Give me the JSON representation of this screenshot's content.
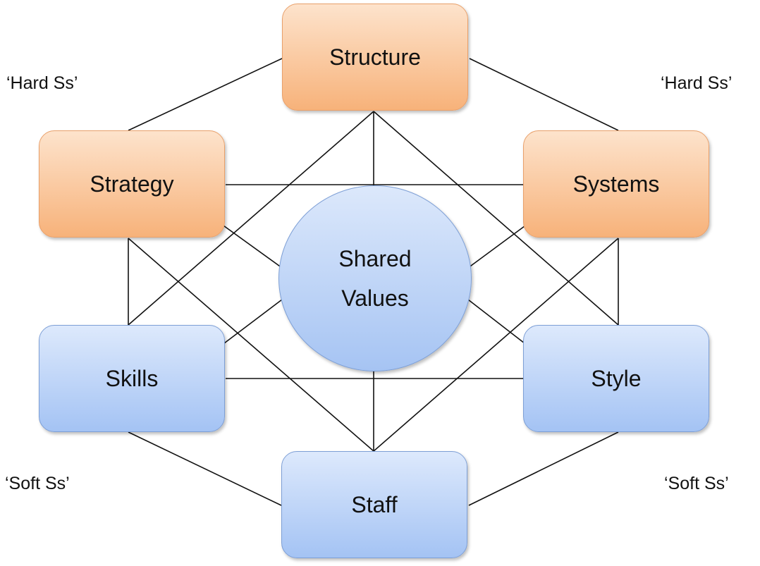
{
  "nodes": {
    "structure": "Structure",
    "strategy": "Strategy",
    "systems": "Systems",
    "skills": "Skills",
    "style": "Style",
    "staff": "Staff",
    "shared_values_line1": "Shared",
    "shared_values_line2": "Values"
  },
  "labels": {
    "hard_left": "‘Hard Ss’",
    "hard_right": "‘Hard Ss’",
    "soft_left": "‘Soft Ss’",
    "soft_right": "‘Soft Ss’"
  },
  "colors": {
    "hard_fill": "#f7b27a",
    "soft_fill": "#a4c3f4",
    "line": "#111111"
  }
}
